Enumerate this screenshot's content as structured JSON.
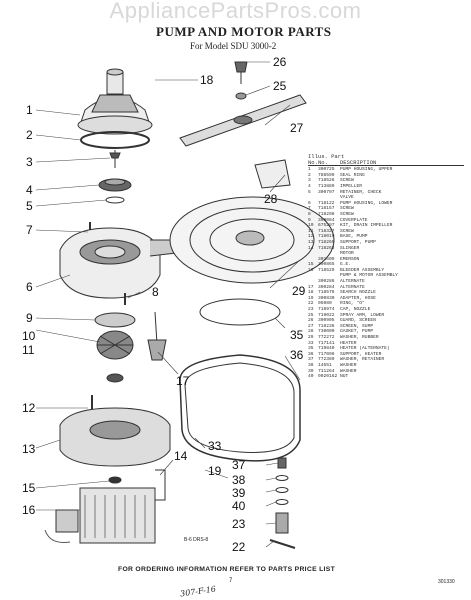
{
  "watermark": "AppliancePartsPros.com",
  "title": "PUMP AND MOTOR PARTS",
  "model": "For Model SDU 3000-2",
  "callouts": [
    "26",
    "25",
    "18",
    "27",
    "1",
    "2",
    "3",
    "4",
    "5",
    "7",
    "8",
    "6",
    "28",
    "9",
    "10",
    "11",
    "17",
    "29",
    "12",
    "35",
    "36",
    "13",
    "14",
    "15",
    "16",
    "33",
    "19",
    "37",
    "38",
    "39",
    "40",
    "23",
    "22"
  ],
  "table": {
    "head1": "Illus. Part",
    "head2": [
      "No.",
      "No.",
      "DESCRIPTION"
    ],
    "rows": [
      [
        "1",
        "300725",
        "PUMP HOUSING, UPPER"
      ],
      [
        "2",
        "788599",
        "SEAL RING"
      ],
      [
        "3",
        "718526",
        "SCREW"
      ],
      [
        "4",
        "713889",
        "IMPELLER"
      ],
      [
        "5",
        "300797",
        "RETAINER, CHECK"
      ],
      [
        "",
        "",
        "VALVE"
      ],
      [
        "6",
        "718122",
        "PUMP HOUSING, LOWER"
      ],
      [
        "7",
        "718157",
        "SCREW"
      ],
      [
        "8",
        "718298",
        "SCREW"
      ],
      [
        "9",
        "300084",
        "COVERPLATE"
      ],
      [
        "10",
        "675297",
        "KIT, DRAIN IMPELLER"
      ],
      [
        "11",
        "718327",
        "SCREW"
      ],
      [
        "12",
        "718019",
        "BASE, PUMP"
      ],
      [
        "13",
        "718260",
        "SUPPORT, PUMP"
      ],
      [
        "14",
        "718263",
        "SLINGER"
      ],
      [
        "",
        "",
        "MOTOR"
      ],
      [
        "",
        "301509",
        "EMERSON"
      ],
      [
        "15",
        "300865",
        "G.E."
      ],
      [
        "16",
        "718529",
        "BLEEDER ASSEMBLY"
      ],
      [
        "",
        "",
        "PUMP & MOTOR ASSEMBLY"
      ],
      [
        "",
        "300286",
        "ALTERNATE"
      ],
      [
        "17",
        "300284",
        "ALTERNATE"
      ],
      [
        "18",
        "718576",
        "SEARCH NOZZLE"
      ],
      [
        "19",
        "300830",
        "ADAPTER, HOSE"
      ],
      [
        "22",
        "95080",
        "RING, \"O\""
      ],
      [
        "23",
        "718974",
        "CAP, NOZZLE"
      ],
      [
        "25",
        "719022",
        "SPRAY ARM, LOWER"
      ],
      [
        "26",
        "300905",
        "GUARD, SCREEN"
      ],
      [
        "27",
        "718236",
        "SCREEN, SUMP"
      ],
      [
        "28",
        "730000",
        "GASKET, PUMP"
      ],
      [
        "29",
        "772272",
        "WASHER, RUBBER"
      ],
      [
        "33",
        "717141",
        "HEATER"
      ],
      [
        "35",
        "719840",
        "HEATER (ALTERNATE)"
      ],
      [
        "36",
        "717096",
        "SUPPORT, HEATER"
      ],
      [
        "37",
        "772389",
        "WASHER, RETAINER"
      ],
      [
        "38",
        "14551",
        "WASHER"
      ],
      [
        "39",
        "711264",
        "WASHER"
      ],
      [
        "40",
        "9020162",
        "NUT"
      ]
    ]
  },
  "fig_code": "B-6 DRS-8",
  "footer": "FOR ORDERING INFORMATION REFER TO PARTS PRICE LIST",
  "page_number": "7",
  "code": "301330",
  "handwritten": "307-F-16"
}
